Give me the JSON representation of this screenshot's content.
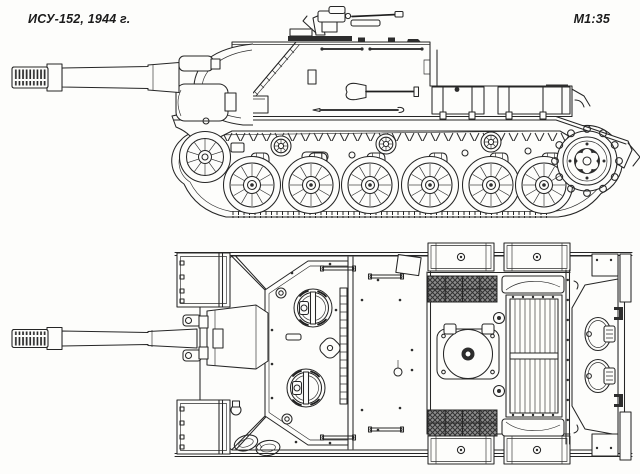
{
  "header": {
    "title": "ИСУ-152, 1944 г.",
    "scale": "М1:35"
  },
  "drawing": {
    "subject": "ИСУ-152",
    "year_label": "1944 г.",
    "scale_label": "М1:35",
    "views": [
      {
        "id": "side-view",
        "label": "side elevation",
        "components": [
          "muzzle brake",
          "gun barrel",
          "gun mantlet",
          "casemate",
          "DShK machine gun",
          "roof handrails",
          "antenna",
          "stowage box",
          "shovel",
          "crowbar",
          "external fuel tanks",
          "fender",
          "idler wheel",
          "road wheels",
          "return rollers",
          "drive sprocket",
          "track"
        ]
      },
      {
        "id": "top-view",
        "label": "plan view",
        "components": [
          "muzzle brake",
          "gun barrel",
          "gun travel lock",
          "towing eyes",
          "front fender boxes",
          "glacis",
          "casemate roof",
          "crew hatches",
          "periscopes",
          "ventilator cover",
          "ammo rail",
          "handrails",
          "tow cable",
          "engine access hatch",
          "intake mesh grilles",
          "air intake hoods",
          "radiator grille",
          "external fuel tanks",
          "rear deck",
          "transmission hatches",
          "mud flaps"
        ]
      }
    ]
  },
  "colors": {
    "background": "#fdfdfb",
    "line": "#262626",
    "mesh_fill": "#8a8a8a"
  }
}
